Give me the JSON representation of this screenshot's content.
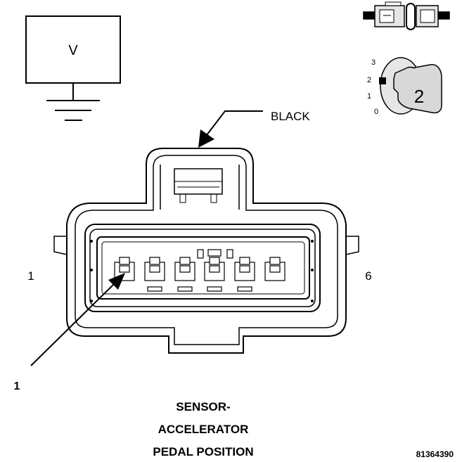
{
  "meter": {
    "label": "V"
  },
  "wire_color": "BLACK",
  "pins": {
    "first": "1",
    "last": "6"
  },
  "callout": {
    "number": "1"
  },
  "ignition": {
    "positions": [
      "3",
      "2",
      "1",
      "0"
    ],
    "key_position": "2"
  },
  "title_lines": [
    "SENSOR-",
    "ACCELERATOR",
    "PEDAL POSITION"
  ],
  "figure_id": "81364390"
}
